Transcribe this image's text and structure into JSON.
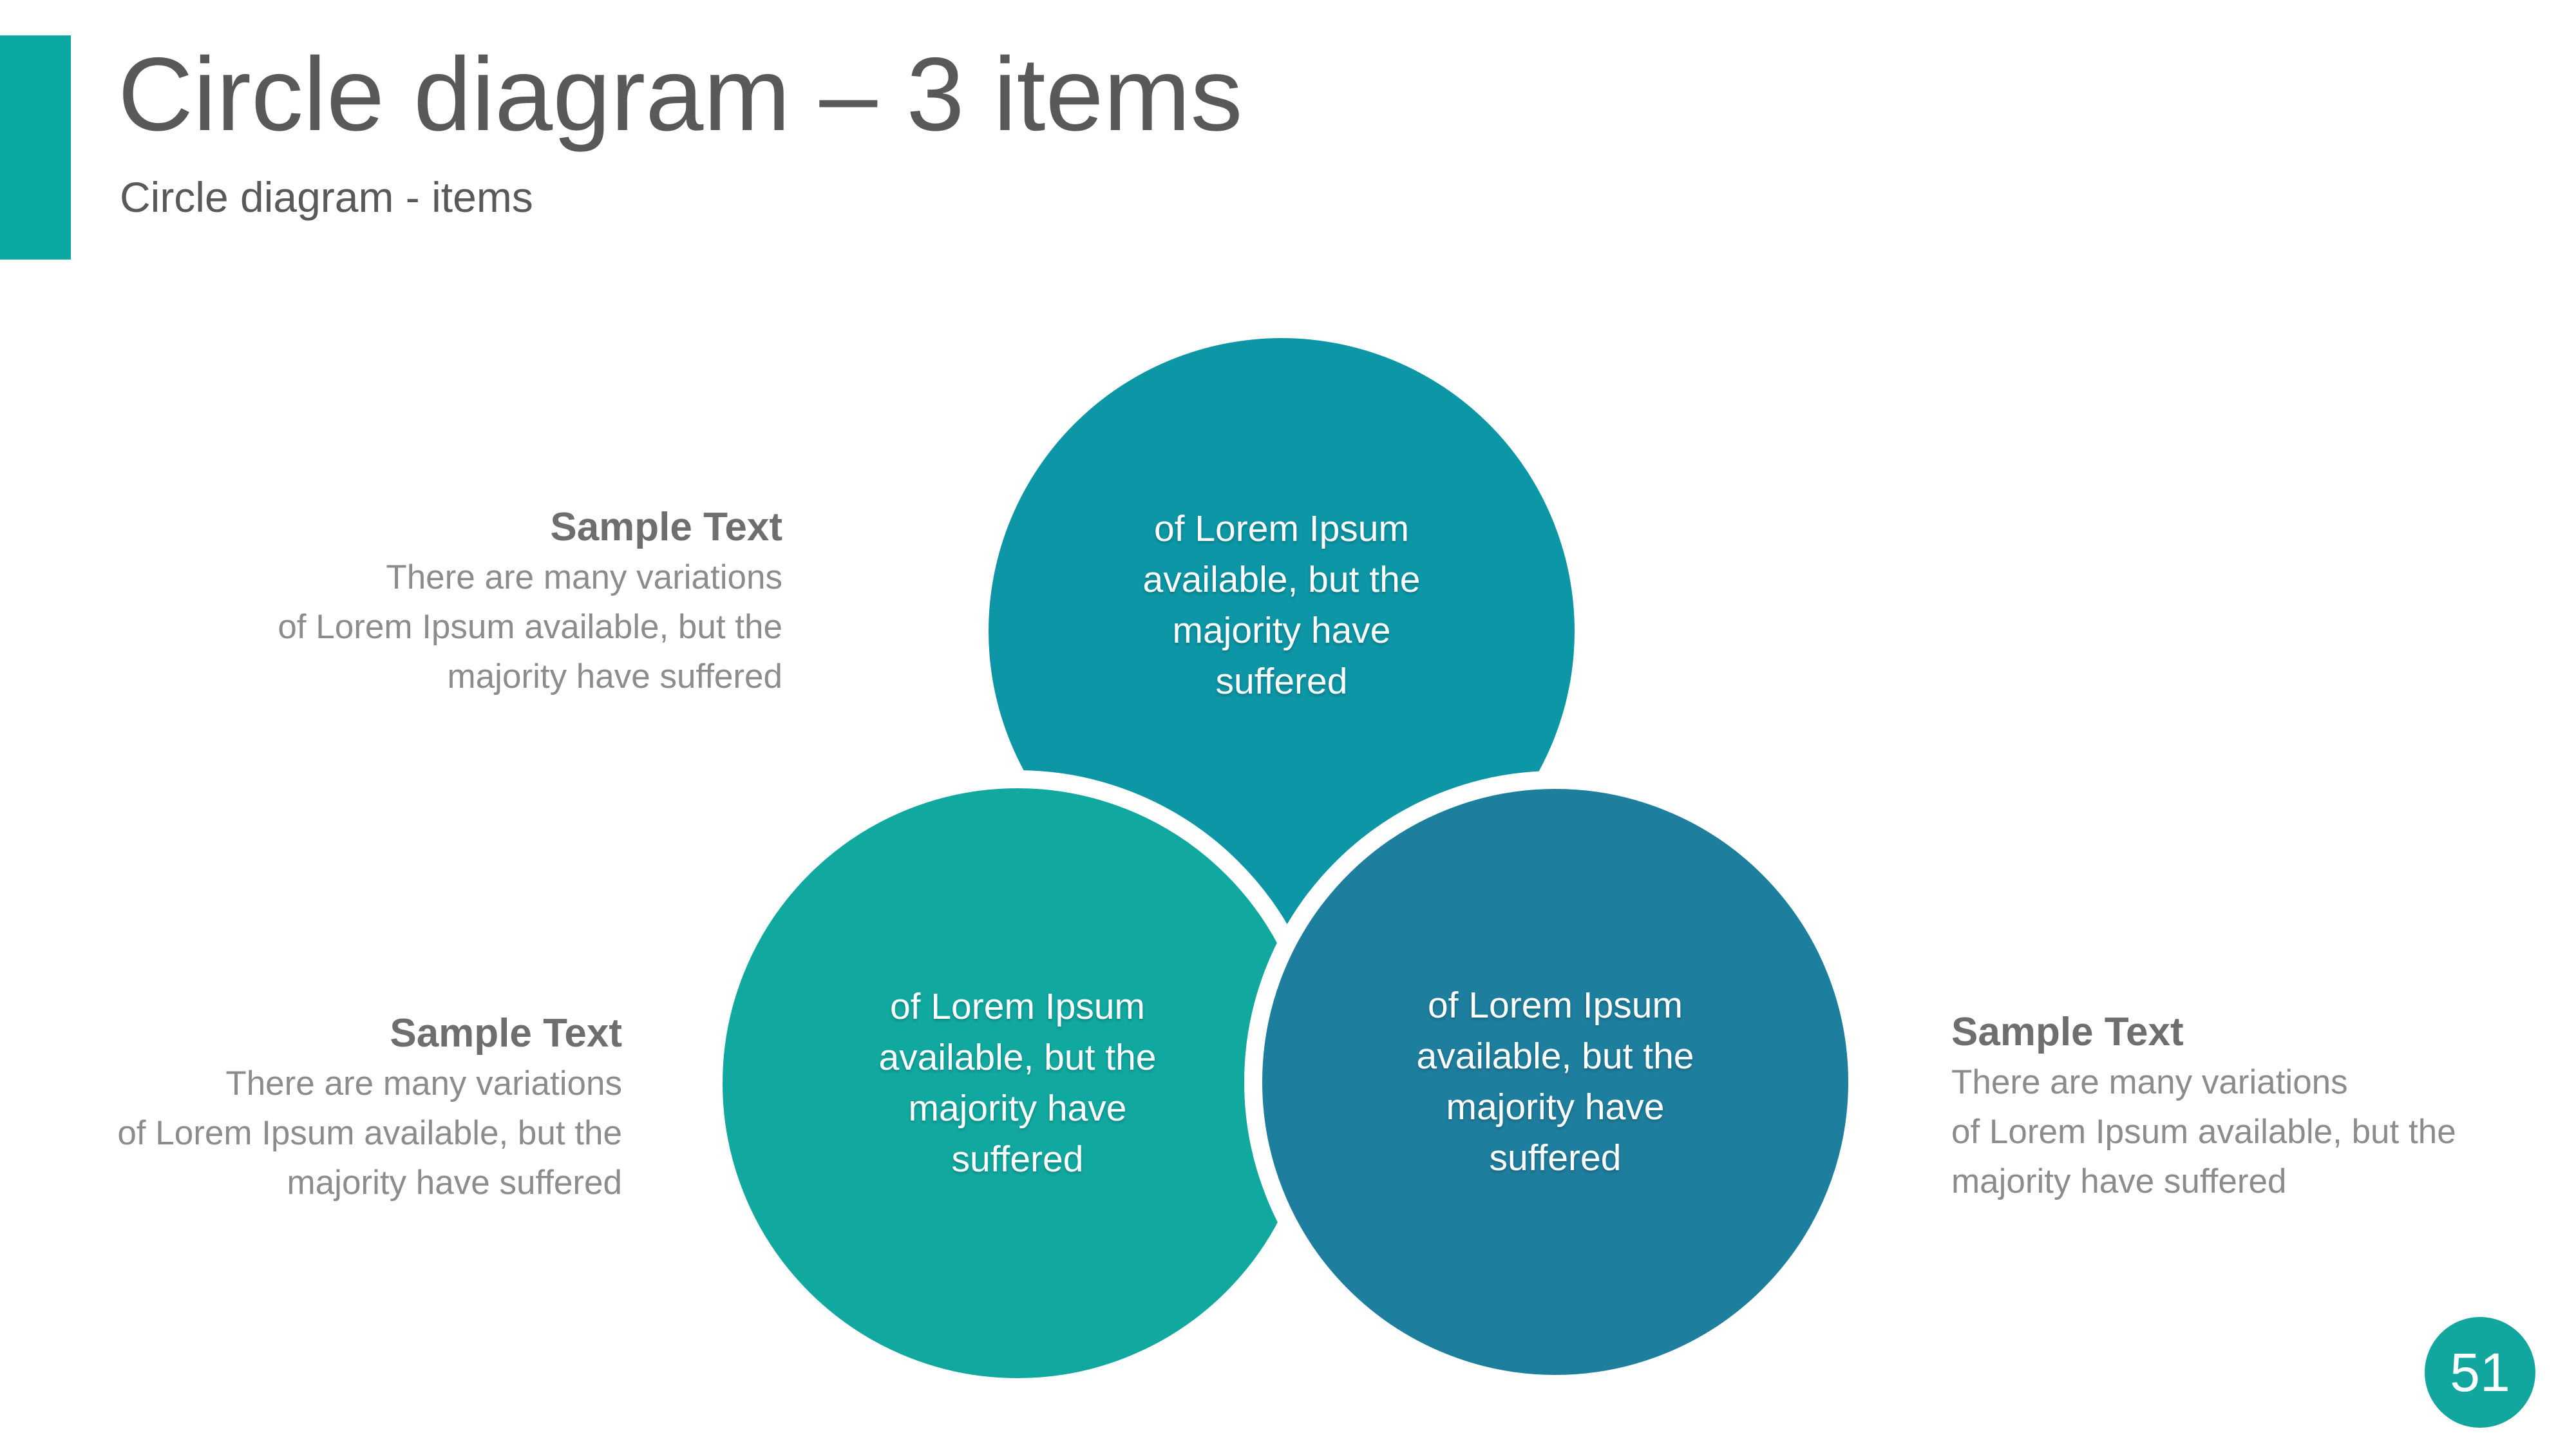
{
  "slide": {
    "title": "Circle diagram – 3 items",
    "subtitle": "Circle diagram - items",
    "page_number": "51"
  },
  "colors": {
    "accent_bar": "#0aa8a3",
    "circle_top": "#0d96a6",
    "circle_bottom_left": "#11a8a0",
    "circle_bottom_right": "#1e7e9d",
    "page_badge": "#12a79e",
    "title_text": "#595959",
    "sample_heading": "#6e6e6e",
    "sample_body": "#8c8c8c",
    "circle_text": "#ffffff"
  },
  "circles": [
    {
      "position": "top",
      "lines": [
        "of Lorem Ipsum",
        "available, but the",
        "majority have",
        "suffered"
      ]
    },
    {
      "position": "bottom-left",
      "lines": [
        "of Lorem Ipsum",
        "available, but the",
        "majority have",
        "suffered"
      ]
    },
    {
      "position": "bottom-right",
      "lines": [
        "of Lorem Ipsum",
        "available, but the",
        "majority have",
        "suffered"
      ]
    }
  ],
  "samples": [
    {
      "heading": "Sample Text",
      "align": "right",
      "lines": [
        "There are many variations",
        "of Lorem Ipsum available, but the",
        "majority have suffered"
      ]
    },
    {
      "heading": "Sample Text",
      "align": "right",
      "lines": [
        "There are many variations",
        "of Lorem Ipsum available, but the",
        "majority have suffered"
      ]
    },
    {
      "heading": "Sample Text",
      "align": "left",
      "lines": [
        "There are many variations",
        " of Lorem Ipsum available, but the",
        "majority have suffered"
      ]
    }
  ]
}
